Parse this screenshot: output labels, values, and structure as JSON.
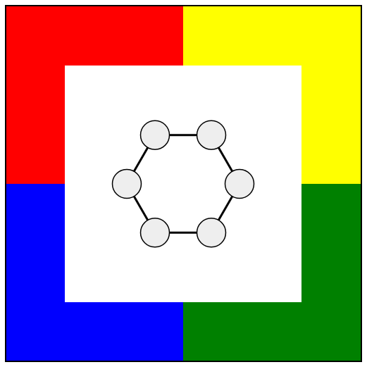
{
  "board": {
    "quadrants": [
      {
        "name": "top-left",
        "color": "#ff0000"
      },
      {
        "name": "top-right",
        "color": "#ffff00"
      },
      {
        "name": "bottom-left",
        "color": "#0000ff"
      },
      {
        "name": "bottom-right",
        "color": "#008000"
      }
    ],
    "center_color": "#ffffff",
    "border_color": "#000000"
  },
  "ring": {
    "node_count": 6,
    "node_fill": "#eeeeee",
    "node_stroke": "#000000",
    "edge_color": "#000000"
  }
}
